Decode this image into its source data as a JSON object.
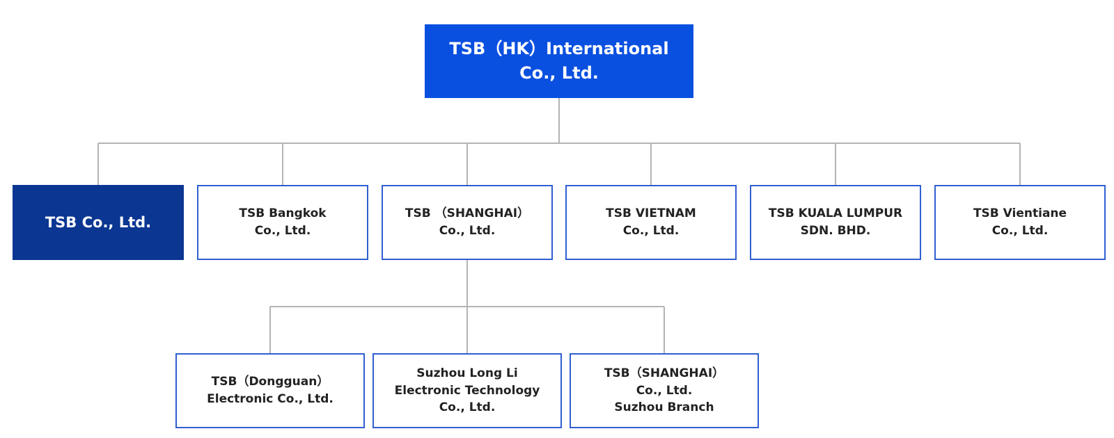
{
  "root": {
    "line1": "TSB（HK）International",
    "line2": "Co., Ltd."
  },
  "subsidiaries": [
    {
      "line1": "TSB Co., Ltd."
    },
    {
      "line1": "TSB Bangkok",
      "line2": "Co., Ltd."
    },
    {
      "line1": "TSB （SHANGHAI）",
      "line2": "Co., Ltd."
    },
    {
      "line1": "TSB VIETNAM",
      "line2": "Co., Ltd."
    },
    {
      "line1": "TSB KUALA LUMPUR",
      "line2": "SDN. BHD."
    },
    {
      "line1": "TSB Vientiane",
      "line2": "Co., Ltd."
    }
  ],
  "shanghai_children": [
    {
      "line1": "TSB（Dongguan）",
      "line2": "Electronic Co., Ltd."
    },
    {
      "line1": "Suzhou Long Li",
      "line2": "Electronic Technology",
      "line3": "Co., Ltd."
    },
    {
      "line1": "TSB（SHANGHAI）",
      "line2": "Co., Ltd.",
      "line3": "Suzhou Branch"
    }
  ],
  "colors": {
    "root_fill": "#0a50e0",
    "highlight_fill": "#0b3692",
    "node_border": "#2f5fd0",
    "connector": "#b4b4b4"
  }
}
